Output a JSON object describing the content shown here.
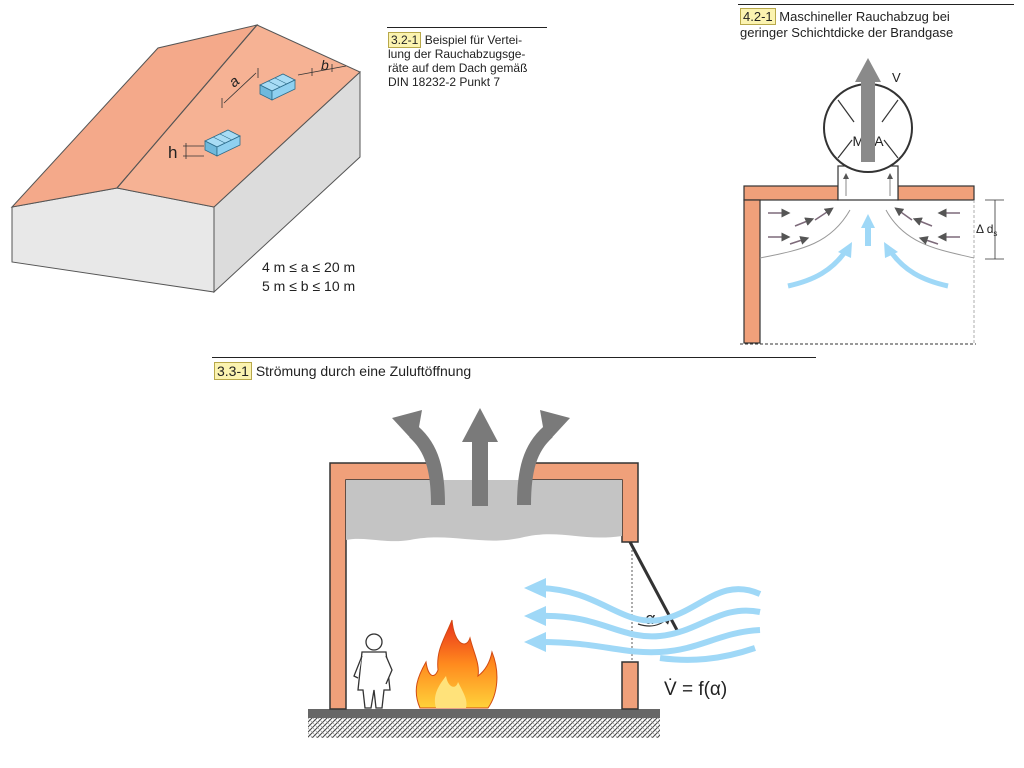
{
  "figure_3_2_1": {
    "tag": "3.2-1",
    "caption_lines": [
      "Beispiel für Vertei-",
      "lung der Rauchabzugsge-",
      "räte auf dem Dach gemäß",
      "DIN 18232-2 Punkt 7"
    ],
    "label_a": "a",
    "label_b": "b",
    "label_h": "h",
    "constraint_a": "4 m ≤ a ≤ 20 m",
    "constraint_b": "5 m ≤ b ≤ 10 m"
  },
  "figure_4_2_1": {
    "tag": "4.2-1",
    "caption_lines": [
      "Maschineller Rauchabzug bei",
      "geringer Schichtdicke der Brandgase"
    ],
    "fan_label": "MRA",
    "flow_label": "V",
    "thickness_label": "Δ d",
    "thickness_subscript": "s"
  },
  "figure_3_3_1": {
    "tag": "3.3-1",
    "caption": "Strömung durch eine Zuluftöffnung",
    "angle_label": "α",
    "formula": "V̇ = f(α)"
  },
  "colors": {
    "roof": "#f4a98a",
    "wall": "#e4e4e4",
    "vent": "#8fd0f0",
    "smoke_layer": "#c4c4c4",
    "air_arrow": "#9fd8f7",
    "smoke_arrow": "#7a7a7a",
    "wall_brick": "#f0a07a",
    "ground": "#666666",
    "tag_bg": "#fbf3b0"
  }
}
